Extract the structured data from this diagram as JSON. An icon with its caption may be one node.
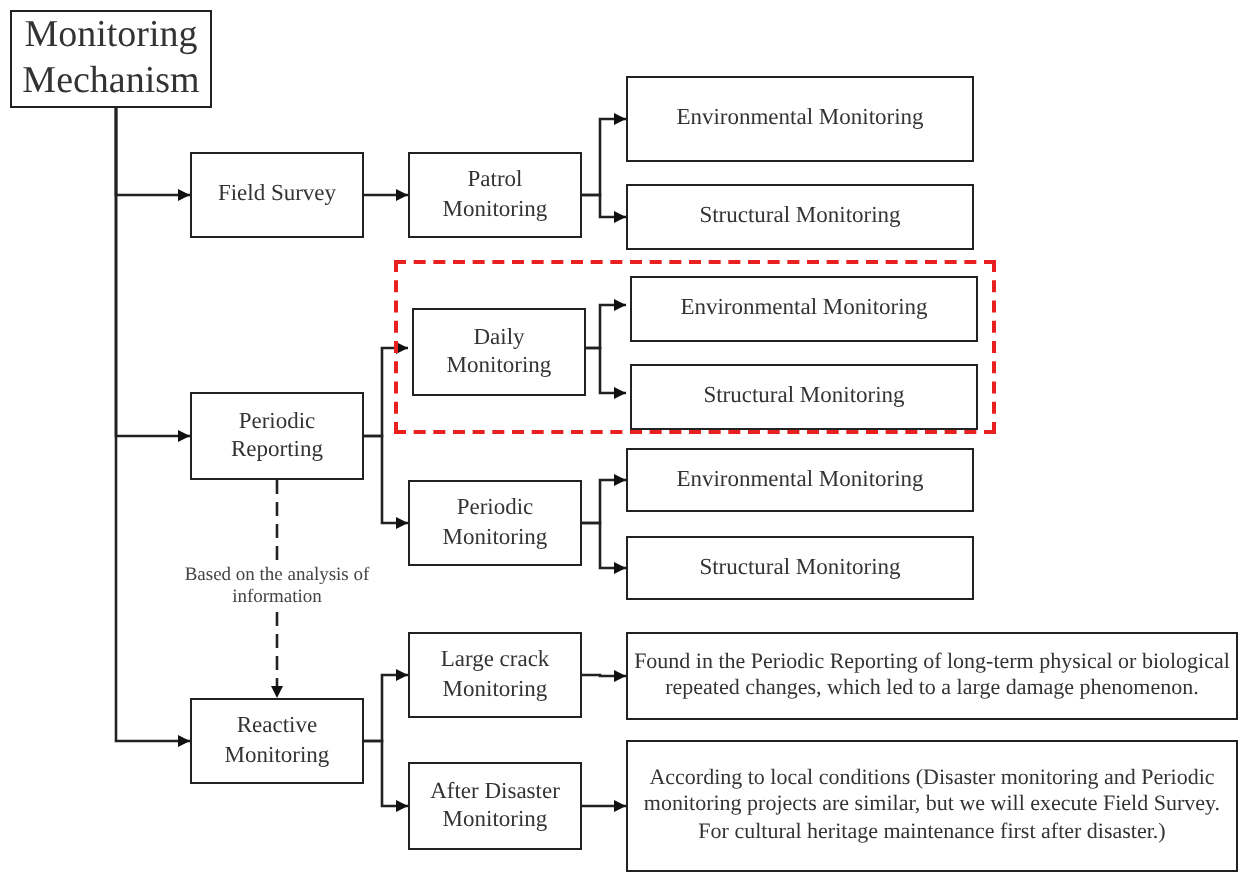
{
  "diagram": {
    "nodes": [
      {
        "text": [
          "Monitoring Mechanism"
        ]
      },
      {
        "text": [
          "Field Survey"
        ]
      },
      {
        "text": [
          "Patrol Monitoring"
        ]
      },
      {
        "text": [
          "Environmental Monitoring"
        ]
      },
      {
        "text": [
          "Structural Monitoring"
        ]
      },
      {
        "text": [],
        "shape": "box"
      },
      {
        "text": [
          "Daily Monitoring"
        ],
        "in": 5
      },
      {
        "text": [
          "Environmental Monitoring"
        ],
        "in": 5
      },
      {
        "text": [
          "Structural Monitoring"
        ],
        "in": 5
      },
      {
        "text": [
          "Periodic Reporting"
        ]
      },
      {
        "text": [
          "Periodic Monitoring"
        ]
      },
      {
        "text": [
          "Environmental Monitoring"
        ]
      },
      {
        "text": [
          "Structural Monitoring"
        ]
      },
      {
        "text": [
          "Reactive Monitoring"
        ]
      },
      {
        "text": [
          "Large crack Monitoring"
        ]
      },
      {
        "text": [
          "Found in the Periodic Reporting of long-term physical or biological repeated changes, which led to a large damage phenomenon."
        ]
      },
      {
        "text": [
          "After Disaster Monitoring"
        ]
      },
      {
        "text": [
          "According to local conditions (Disaster monitoring and Periodic monitoring projects are similar, but we will execute Field Survey. For cultural heritage maintenance first after disaster.)"
        ]
      }
    ],
    "edges": [
      {
        "from": 0,
        "to": 1,
        "arrow": "to"
      },
      {
        "from": 0,
        "to": 9,
        "arrow": "to"
      },
      {
        "from": 0,
        "to": 13,
        "arrow": "to"
      },
      {
        "from": 1,
        "to": 2,
        "arrow": "to"
      },
      {
        "from": 2,
        "to": 3,
        "arrow": "to"
      },
      {
        "from": 2,
        "to": 4,
        "arrow": "to"
      },
      {
        "from": 9,
        "to": 6,
        "arrow": "to"
      },
      {
        "from": 9,
        "to": 10,
        "arrow": "to"
      },
      {
        "from": 6,
        "to": 7,
        "arrow": "to"
      },
      {
        "from": 6,
        "to": 8,
        "arrow": "to"
      },
      {
        "from": 10,
        "to": 11,
        "arrow": "to"
      },
      {
        "from": 10,
        "to": 12,
        "arrow": "to"
      },
      {
        "from": 9,
        "to": 13,
        "arrow": "to",
        "style": "dashed",
        "label": "Based on the analysis of information"
      },
      {
        "from": 13,
        "to": 14,
        "arrow": "to"
      },
      {
        "from": 13,
        "to": 16,
        "arrow": "to"
      },
      {
        "from": 14,
        "to": 15,
        "arrow": "to"
      },
      {
        "from": 16,
        "to": 17,
        "arrow": "to"
      }
    ]
  }
}
